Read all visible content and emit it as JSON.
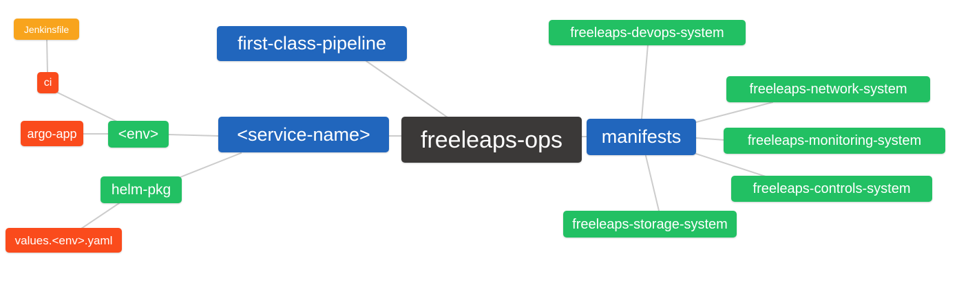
{
  "diagram": {
    "type": "mindmap",
    "root": "freeleaps-ops",
    "colors": {
      "root_node": "#3b3938",
      "branch_node": "#2166bd",
      "green_node": "#22c063",
      "orange_node": "#f8a41d",
      "red_node": "#fa4b1c",
      "edge": "#cccccc",
      "node_text": "#ffffff",
      "background": "#ffffff"
    },
    "nodes": {
      "jenkinsfile": {
        "label": "Jenkinsfile"
      },
      "ci": {
        "label": "ci"
      },
      "argo_app": {
        "label": "argo-app"
      },
      "env": {
        "label": "<env>"
      },
      "helm_pkg": {
        "label": "helm-pkg"
      },
      "values_yaml": {
        "label": "values.<env>.yaml"
      },
      "first_class_pipeline": {
        "label": "first-class-pipeline"
      },
      "service_name": {
        "label": "<service-name>"
      },
      "freeleaps_ops": {
        "label": "freeleaps-ops"
      },
      "manifests": {
        "label": "manifests"
      },
      "devops_system": {
        "label": "freeleaps-devops-system"
      },
      "network_system": {
        "label": "freeleaps-network-system"
      },
      "monitoring_system": {
        "label": "freeleaps-monitoring-system"
      },
      "controls_system": {
        "label": "freeleaps-controls-system"
      },
      "storage_system": {
        "label": "freeleaps-storage-system"
      }
    },
    "edges": [
      [
        "jenkinsfile",
        "ci"
      ],
      [
        "ci",
        "env"
      ],
      [
        "argo_app",
        "env"
      ],
      [
        "env",
        "service_name"
      ],
      [
        "helm_pkg",
        "service_name"
      ],
      [
        "values_yaml",
        "helm_pkg"
      ],
      [
        "first_class_pipeline",
        "freeleaps_ops"
      ],
      [
        "service_name",
        "freeleaps_ops"
      ],
      [
        "freeleaps_ops",
        "manifests"
      ],
      [
        "devops_system",
        "manifests"
      ],
      [
        "manifests",
        "network_system"
      ],
      [
        "manifests",
        "monitoring_system"
      ],
      [
        "manifests",
        "controls_system"
      ],
      [
        "manifests",
        "storage_system"
      ]
    ]
  }
}
